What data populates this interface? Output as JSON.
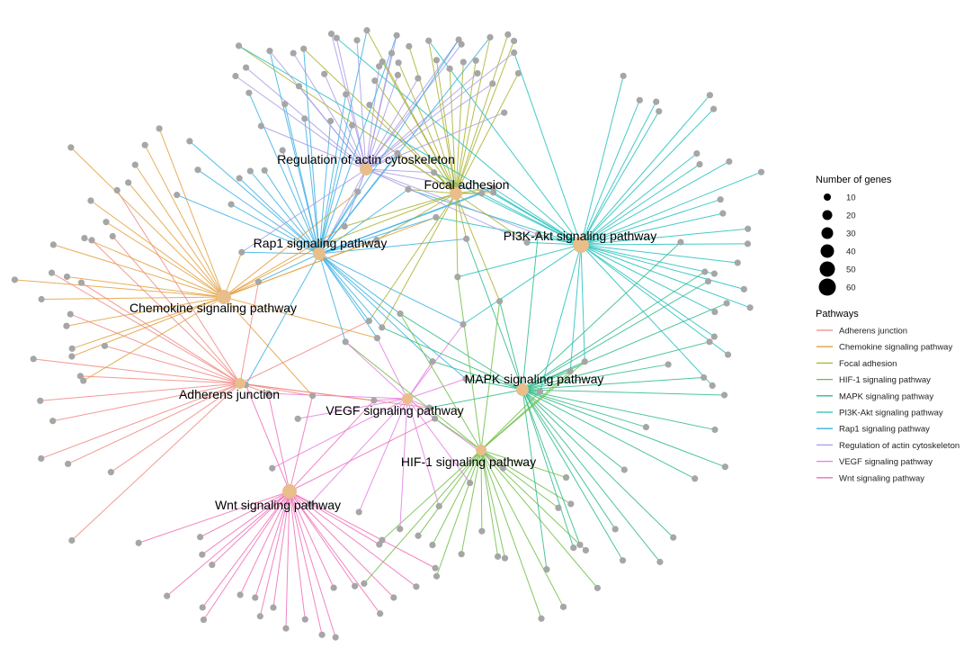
{
  "pathways": [
    {
      "name": "Adherens junction",
      "color": "#F08A84"
    },
    {
      "name": "Chemokine signaling pathway",
      "color": "#E3A03E"
    },
    {
      "name": "Focal adhesion",
      "color": "#A9B22E"
    },
    {
      "name": "HIF-1 signaling pathway",
      "color": "#6DBE45"
    },
    {
      "name": "MAPK signaling pathway",
      "color": "#2DBB8A"
    },
    {
      "name": "PI3K-Akt signaling pathway",
      "color": "#22C1BD"
    },
    {
      "name": "Rap1 signaling pathway",
      "color": "#3BB0E3"
    },
    {
      "name": "Regulation of actin cytoskeleton",
      "color": "#A99BE6"
    },
    {
      "name": "VEGF signaling pathway",
      "color": "#E47FE4"
    },
    {
      "name": "Wnt signaling pathway",
      "color": "#F06FB8"
    }
  ],
  "legend": {
    "size_title": "Number of genes",
    "size_values": [
      "10",
      "20",
      "30",
      "40",
      "50",
      "60"
    ],
    "pathways_title": "Pathways"
  },
  "colors": {
    "hub_node": "#E8BE8A",
    "gene_node": "#A6A6A6"
  }
}
